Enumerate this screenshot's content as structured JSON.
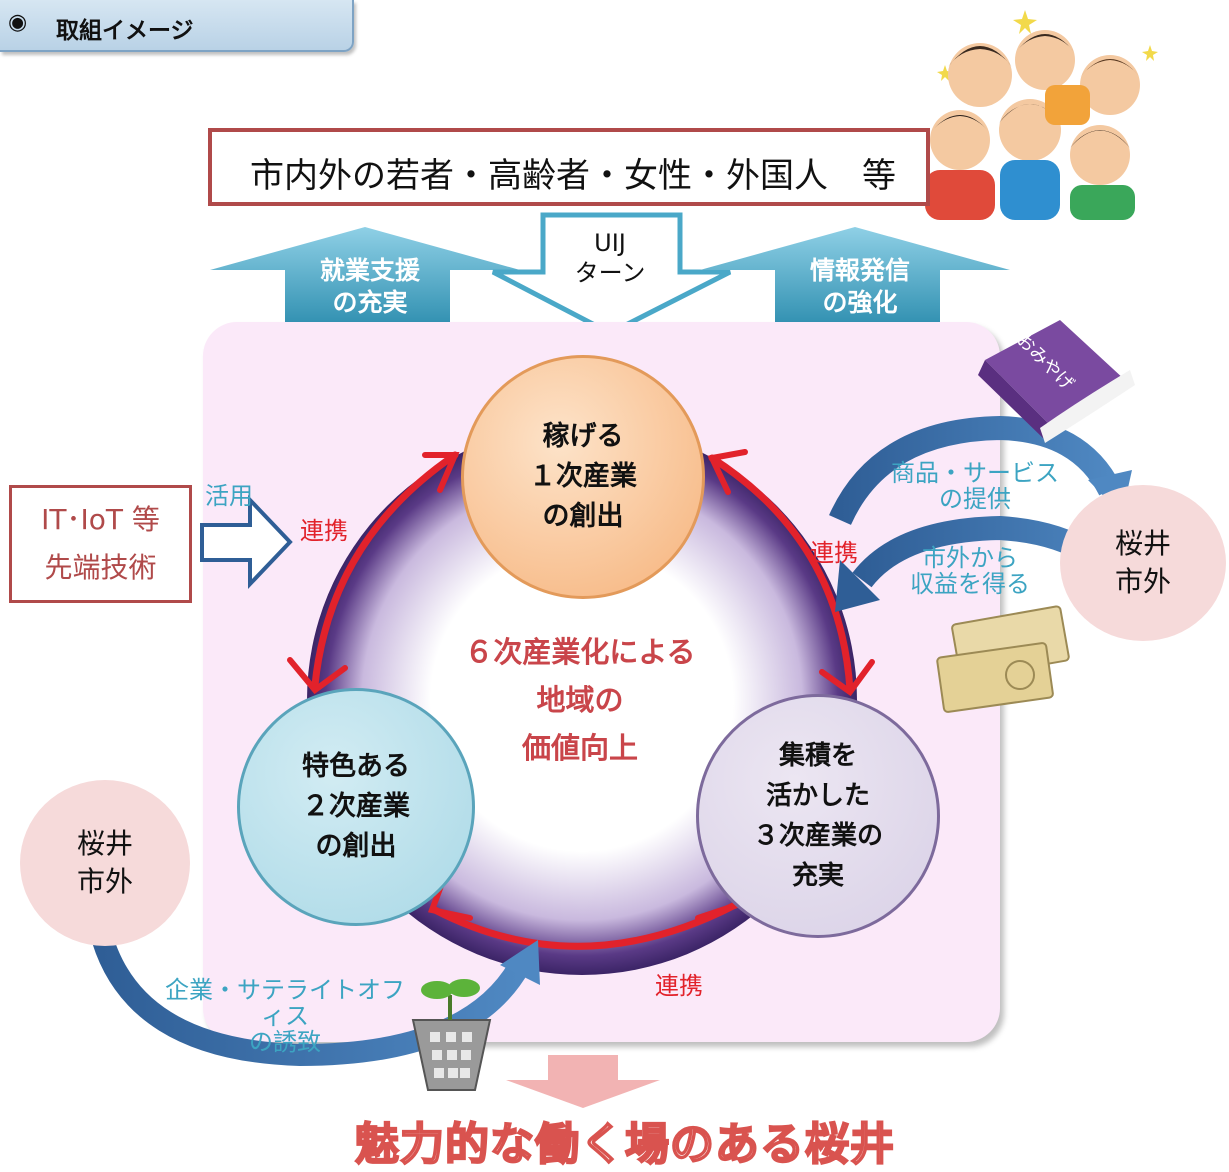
{
  "header": {
    "bullet": "◉",
    "title": "取組イメージ"
  },
  "target": {
    "text": "市内外の若者・高齢者・女性・外国人　等"
  },
  "arrows": {
    "left_label": [
      "就業支援",
      "の充実"
    ],
    "center_label": [
      "UIJ",
      "ターン"
    ],
    "right_label": [
      "情報発信",
      "の強化"
    ]
  },
  "circles": {
    "primary": [
      "稼げる",
      "１次産業",
      "の創出"
    ],
    "secondary": [
      "特色ある",
      "２次産業",
      "の創出"
    ],
    "tertiary": [
      "集積を",
      "活かした",
      "３次産業の",
      "充実"
    ]
  },
  "center": [
    "６次産業化による",
    "地域の",
    "価値向上"
  ],
  "links": {
    "left": "連携",
    "right": "連携",
    "bottom": "連携"
  },
  "it_box": {
    "line1": "IT･IoT 等",
    "line2": "先端技術"
  },
  "utilize": "活用",
  "outside_right": [
    "桜井",
    "市外"
  ],
  "outside_left": [
    "桜井",
    "市外"
  ],
  "flow_right_top": [
    "商品・サービス",
    "の提供"
  ],
  "flow_right_bottom": [
    "市外から",
    "収益を得る"
  ],
  "flow_bottom_left": [
    "企業・サテライトオフィス",
    "の誘致"
  ],
  "souvenir_text": "おみやげ",
  "result": "魅力的な働く場のある桜井",
  "colors": {
    "red": "#e2222b",
    "teal_arrow": "#2f8fb0",
    "navy_arrow": "#2f5e96"
  }
}
